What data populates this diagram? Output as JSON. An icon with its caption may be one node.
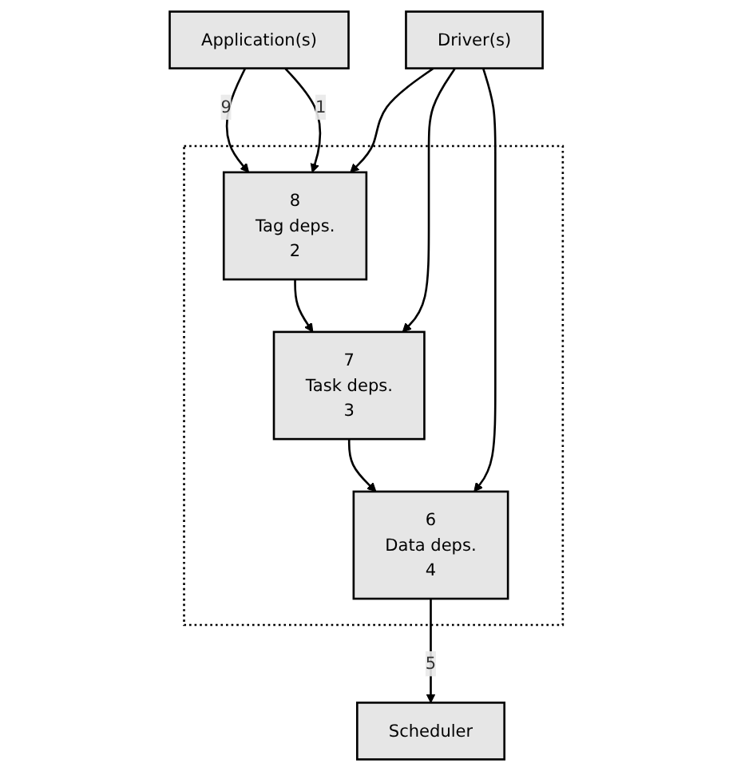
{
  "diagram": {
    "nodes": [
      {
        "text": [
          "Application(s)"
        ]
      },
      {
        "text": [],
        "shape": "box"
      },
      {
        "text": [
          "8",
          "Tag deps.",
          "2"
        ],
        "in": 1
      },
      {
        "text": [
          "7",
          "Task deps.",
          "3"
        ],
        "in": 1
      },
      {
        "text": [
          "6",
          "Data deps.",
          "4"
        ],
        "in": 1
      },
      {
        "text": [
          "Scheduler"
        ]
      },
      {
        "text": [
          "Driver(s)"
        ]
      }
    ],
    "edges": [
      {
        "from": 0,
        "to": 2,
        "arrow": "to",
        "label": "9"
      },
      {
        "from": 0,
        "to": 2,
        "arrow": "to",
        "label": "1"
      },
      {
        "from": 2,
        "to": 3,
        "arrow": "to"
      },
      {
        "from": 3,
        "to": 4,
        "arrow": "to"
      },
      {
        "from": 4,
        "to": 5,
        "arrow": "to",
        "label": "5"
      },
      {
        "from": 6,
        "to": 2,
        "arrow": "to"
      },
      {
        "from": 6,
        "to": 3,
        "arrow": "to"
      },
      {
        "from": 6,
        "to": 4,
        "arrow": "to"
      }
    ]
  }
}
